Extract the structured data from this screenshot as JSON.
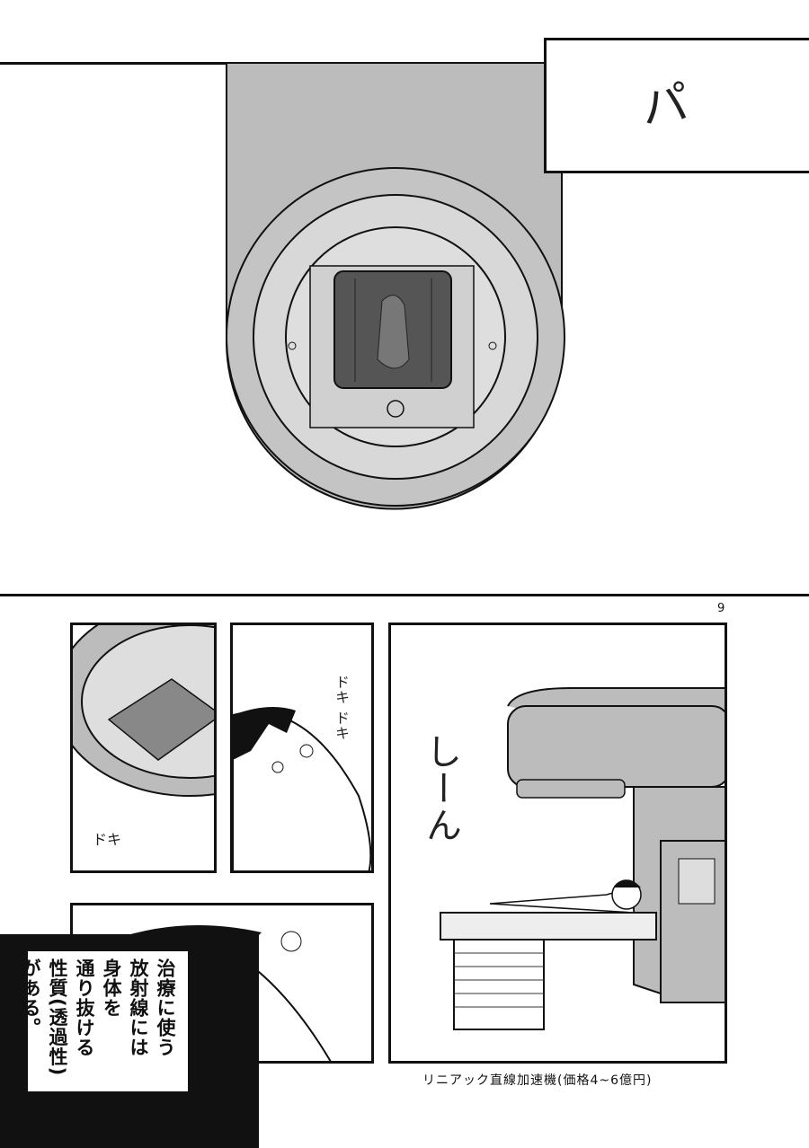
{
  "page": {
    "page_number": "9"
  },
  "panels": {
    "top_right": {
      "sfx": "パ"
    },
    "face_panel": {
      "sfx": "ドキ ドキ"
    },
    "collimator_panel": {
      "sfx": "ドキ"
    },
    "machine_panel": {
      "sfx": "しーん",
      "caption": "リニアック直線加速機(価格4~6億円)"
    },
    "narration_box": {
      "lines": [
        "治療に使う",
        "放射線には",
        "身体を",
        "通り抜ける",
        "性質(透過性)",
        "がある。"
      ]
    }
  },
  "colors": {
    "ink": "#111111",
    "screentone": "#bcbcbc",
    "light_tone": "#d6d6d6",
    "dark_tone": "#555555"
  }
}
